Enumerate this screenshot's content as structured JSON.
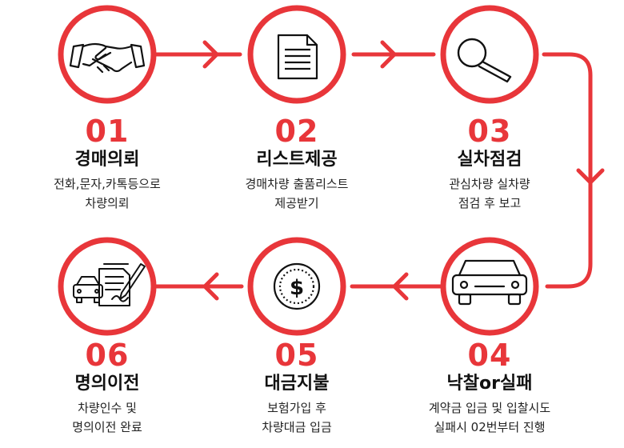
{
  "colors": {
    "accent": "#e8363a",
    "text": "#111111",
    "background": "#ffffff"
  },
  "steps": [
    {
      "num": "01",
      "title": "경매의뢰",
      "desc_lines": [
        "전화,문자,카톡등으로",
        "차량의뢰"
      ],
      "icon": "handshake-icon"
    },
    {
      "num": "02",
      "title": "리스트제공",
      "desc_lines": [
        "경매차량 출품리스트",
        "제공받기"
      ],
      "icon": "document-icon"
    },
    {
      "num": "03",
      "title": "실차점검",
      "desc_lines": [
        "관심차량 실차량",
        "점검 후 보고"
      ],
      "icon": "magnifier-icon"
    },
    {
      "num": "04",
      "title": "낙찰or실패",
      "desc_lines": [
        "계약금 입금 및 입찰시도",
        "실패시 02번부터 진행"
      ],
      "icon": "car-icon"
    },
    {
      "num": "05",
      "title": "대금지불",
      "desc_lines": [
        "보험가입 후",
        "차량대금 입금"
      ],
      "icon": "coin-icon"
    },
    {
      "num": "06",
      "title": "명의이전",
      "desc_lines": [
        "차량인수 및",
        "명의이전 완료"
      ],
      "icon": "car-paperwork-icon"
    }
  ]
}
